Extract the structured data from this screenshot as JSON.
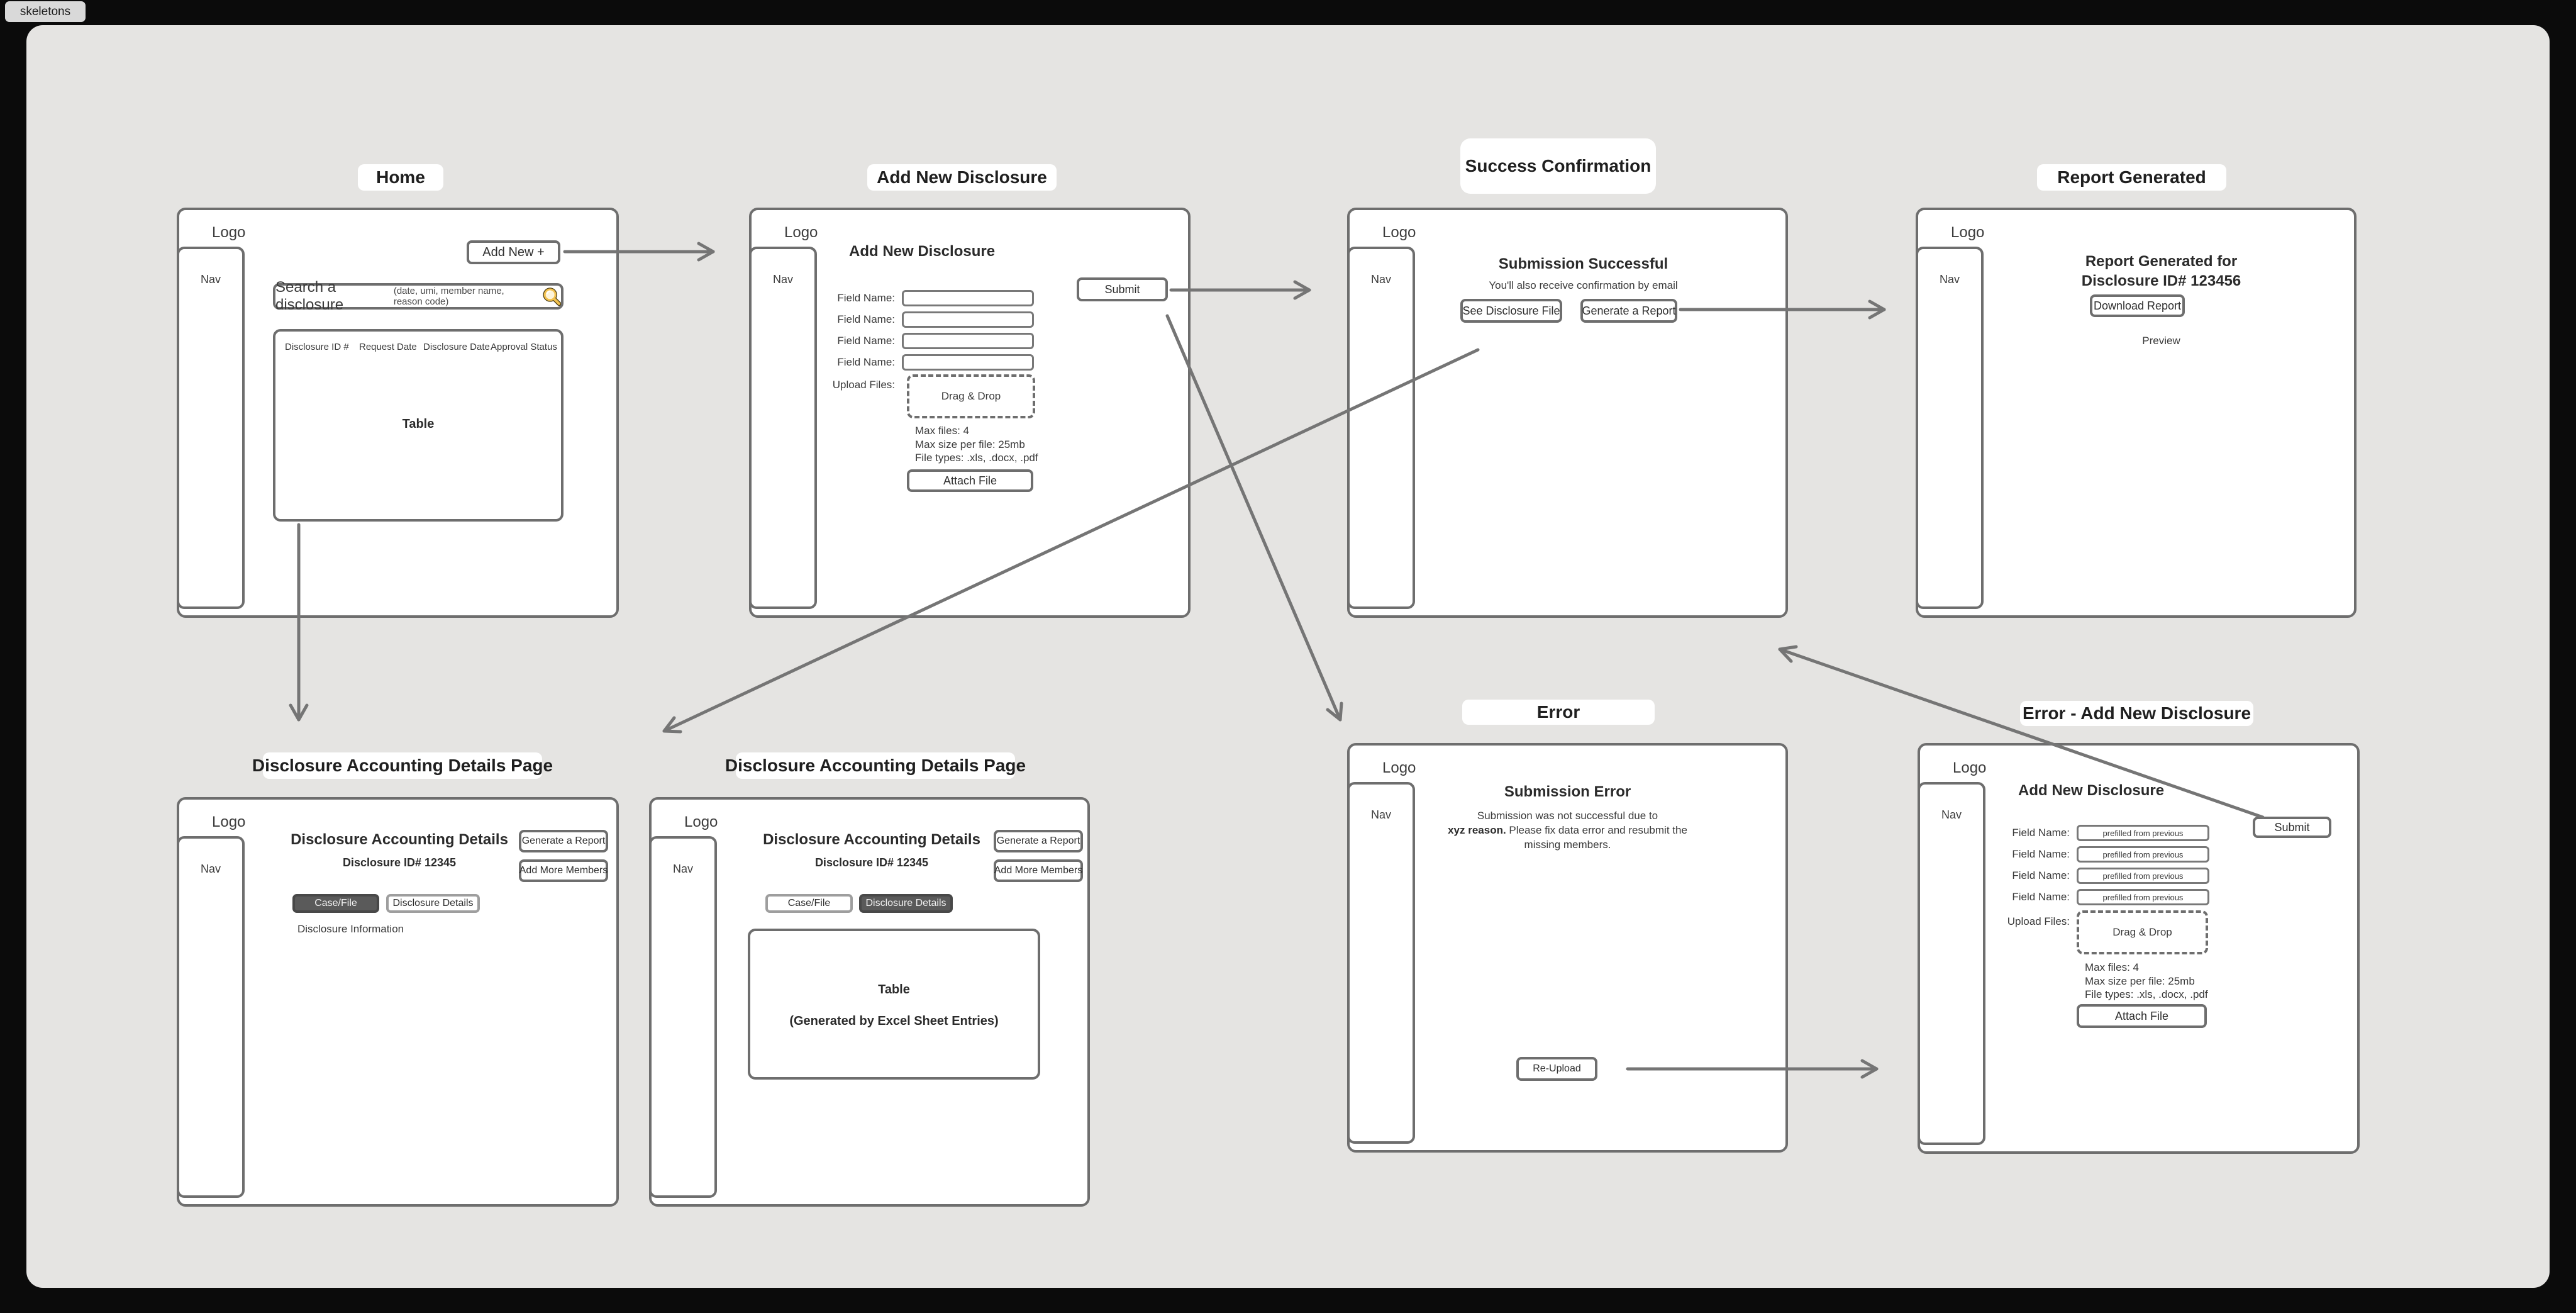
{
  "page": {
    "tab_label": "skeletons"
  },
  "shared": {
    "logo": "Logo",
    "nav": "Nav",
    "colors": {
      "canvas_bg": "#e5e4e2",
      "frame_border": "#6e6e6e",
      "arrow": "#757575",
      "dark_tab_bg": "#5a5a5a"
    },
    "icons": {
      "search_icon": "magnifying-glass"
    }
  },
  "screens": {
    "home": {
      "title": "Home",
      "add_new_button": "Add New +",
      "search_text": "Search a disclosure",
      "search_hint": "(date, umi, member name, reason code)",
      "columns": [
        "Disclosure ID #",
        "Request Date",
        "Disclosure Date",
        "Approval Status"
      ],
      "table_label": "Table"
    },
    "add_new": {
      "title": "Add New Disclosure",
      "heading": "Add New Disclosure",
      "field_label": "Field Name:",
      "upload_label": "Upload Files:",
      "drag_drop": "Drag & Drop",
      "max_files": "Max files: 4",
      "max_size": "Max size per file: 25mb",
      "file_types": "File types: .xls, .docx, .pdf",
      "attach_button": "Attach File",
      "submit_button": "Submit"
    },
    "success": {
      "title": "Success Confirmation",
      "heading": "Submission Successful",
      "subtext": "You'll also receive confirmation by email",
      "see_file_button": "See Disclosure File",
      "generate_report_button": "Generate a Report"
    },
    "report": {
      "title": "Report Generated",
      "heading_line1": "Report Generated for",
      "heading_line2": "Disclosure ID# 123456",
      "download_button": "Download Report",
      "preview_label": "Preview"
    },
    "details_case": {
      "title": "Disclosure Accounting Details Page",
      "heading": "Disclosure Accounting Details",
      "subheading": "Disclosure ID# 12345",
      "generate_report_button": "Generate a Report",
      "add_members_button": "Add More Members",
      "tab_case": "Case/File",
      "tab_details": "Disclosure Details",
      "info_label": "Disclosure Information"
    },
    "details_table": {
      "title": "Disclosure Accounting Details Page",
      "heading": "Disclosure Accounting Details",
      "subheading": "Disclosure ID# 12345",
      "generate_report_button": "Generate a Report",
      "add_members_button": "Add More Members",
      "tab_case": "Case/File",
      "tab_details": "Disclosure Details",
      "table_label": "Table",
      "table_note": "(Generated by Excel Sheet Entries)"
    },
    "error": {
      "title": "Error",
      "heading": "Submission Error",
      "body_line1": "Submission was not successful due to",
      "body_bold": "xyz reason.",
      "body_line2_rest": " Please fix data error and resubmit the",
      "body_line3": "missing members.",
      "reupload_button": "Re-Upload"
    },
    "error_add_new": {
      "title": "Error - Add New Disclosure",
      "heading": "Add New Disclosure",
      "field_label": "Field Name:",
      "prefilled_value": "prefilled from previous",
      "upload_label": "Upload Files:",
      "drag_drop": "Drag & Drop",
      "max_files": "Max files: 4",
      "max_size": "Max size per file: 25mb",
      "file_types": "File types: .xls, .docx, .pdf",
      "attach_button": "Attach File",
      "submit_button": "Submit"
    }
  }
}
